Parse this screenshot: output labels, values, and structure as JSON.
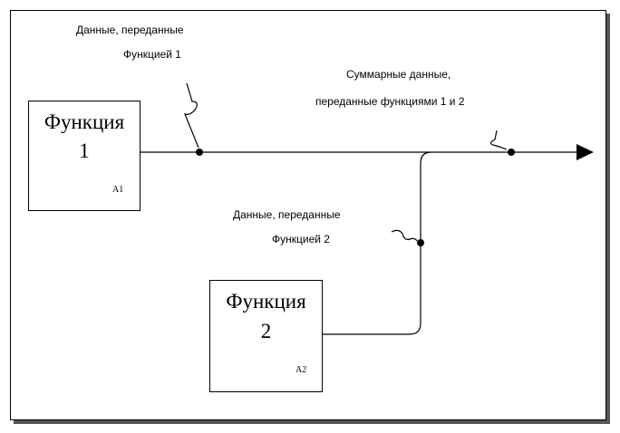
{
  "blocks": [
    {
      "title": "Функция",
      "number": "1",
      "code": "A1"
    },
    {
      "title": "Функция",
      "number": "2",
      "code": "A2"
    }
  ],
  "labels": {
    "func1_data_line1": "Данные, переданные",
    "func1_data_line2": "Функцией 1",
    "sum_data_line1": "Суммарные данные,",
    "sum_data_line2": "переданные функциями 1 и 2",
    "func2_data_line1": "Данные,  переданные",
    "func2_data_line2": "Функцией 2"
  }
}
